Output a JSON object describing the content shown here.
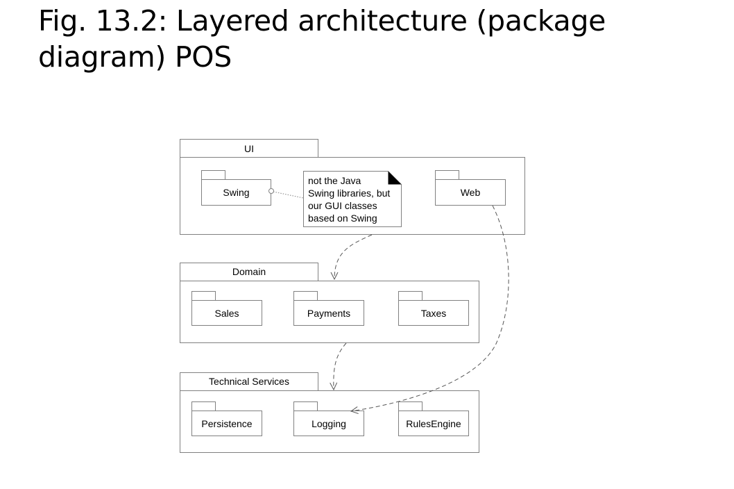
{
  "slide": {
    "title_line1": "Fig. 13.2: Layered architecture (package",
    "title_line2": "diagram) POS"
  },
  "layers": {
    "ui": {
      "name": "UI",
      "packages": {
        "swing": "Swing",
        "web": "Web"
      },
      "note": {
        "line1": "not the Java",
        "line2": "Swing libraries, but",
        "line3": "our GUI classes",
        "line4": "based on Swing"
      }
    },
    "domain": {
      "name": "Domain",
      "packages": {
        "sales": "Sales",
        "payments": "Payments",
        "taxes": "Taxes"
      }
    },
    "technical": {
      "name": "Technical Services",
      "packages": {
        "persistence": "Persistence",
        "logging": "Logging",
        "rules": "RulesEngine"
      }
    }
  },
  "colors": {
    "stroke": "#808080",
    "text": "#000000",
    "background": "#ffffff"
  }
}
